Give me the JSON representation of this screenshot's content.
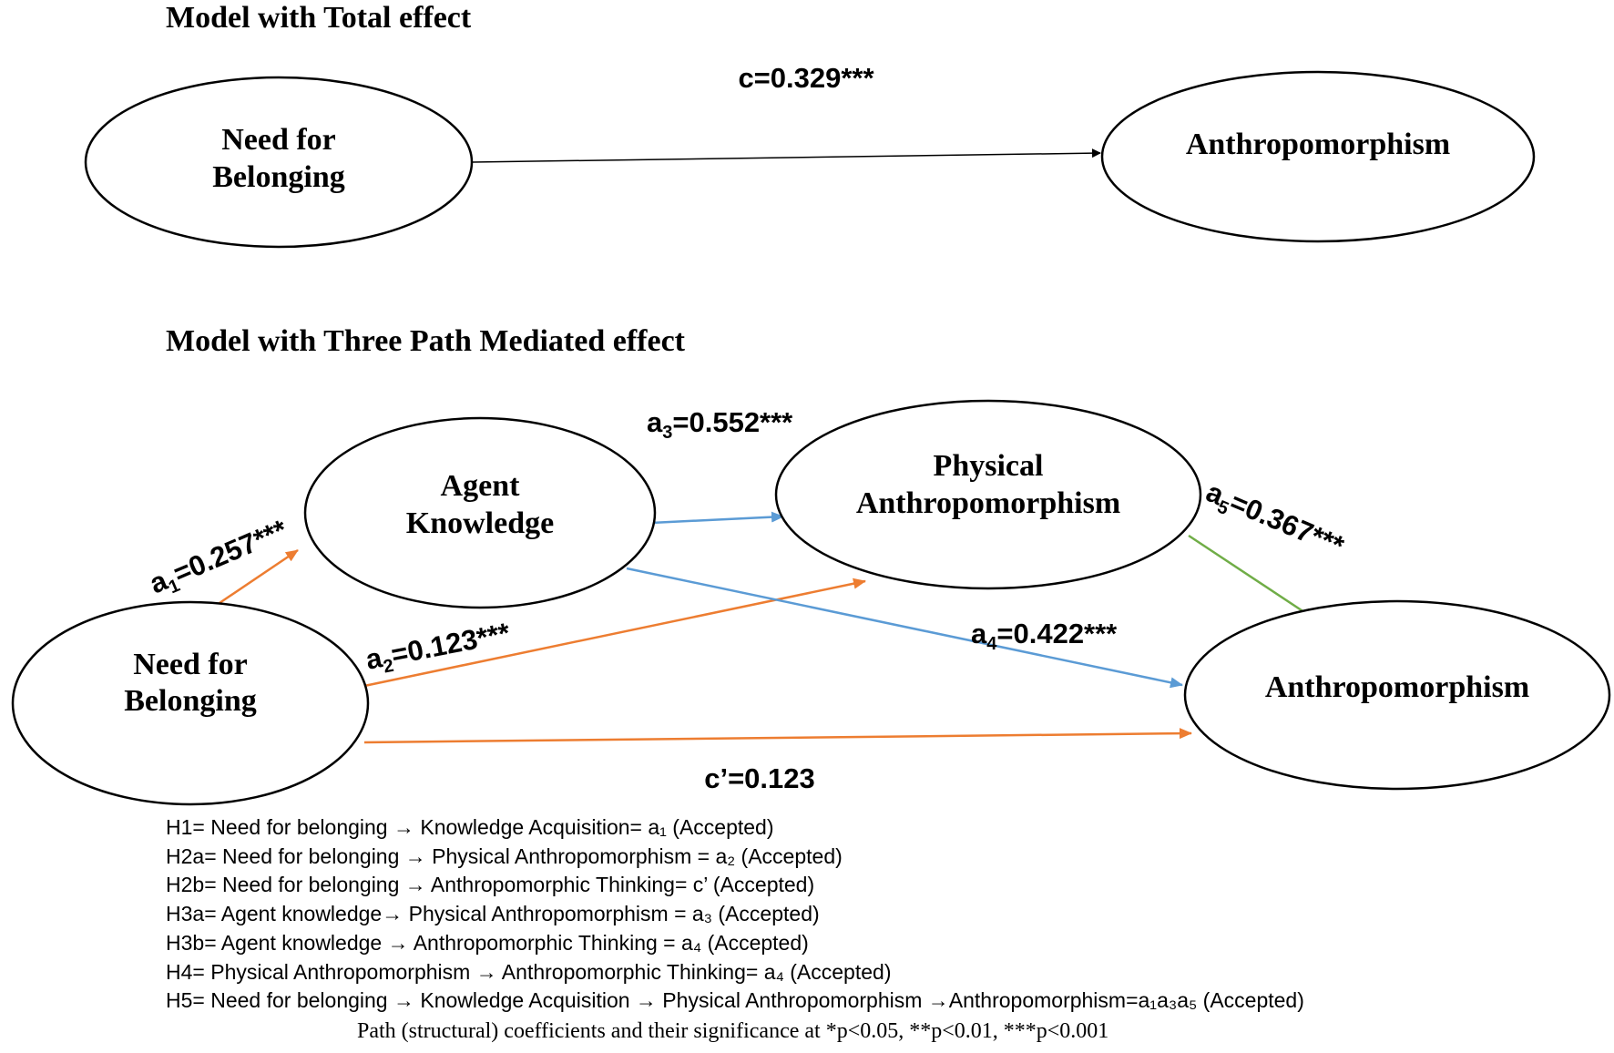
{
  "colors": {
    "black": "#000000",
    "orange": "#ED7D31",
    "blue": "#5B9BD5",
    "green": "#70AD47"
  },
  "total_model": {
    "title": "Model with Total effect",
    "need_line1": "Need for",
    "need_line2": "Belonging",
    "anthro": "Anthropomorphism",
    "c": "c=0.329***"
  },
  "mediated_model": {
    "title": "Model with Three Path Mediated effect",
    "agent_line1": "Agent",
    "agent_line2": "Knowledge",
    "physical_line1": "Physical",
    "physical_line2": "Anthropomorphism",
    "need_line1": "Need for",
    "need_line2": "Belonging",
    "anthro": "Anthropomorphism",
    "a1": {
      "base": "a",
      "sub": "1",
      "value": "=0.257***"
    },
    "a2": {
      "base": "a",
      "sub": "2",
      "value": "=0.123***"
    },
    "a3": {
      "base": "a",
      "sub": "3",
      "value": "=0.552***"
    },
    "a4": {
      "base": "a",
      "sub": "4",
      "value": "=0.422***"
    },
    "a5": {
      "base": "a",
      "sub": "5",
      "value": "=0.367***"
    },
    "c_prime": "c’=0.123"
  },
  "hypotheses": [
    "H1= Need for belonging → Knowledge Acquisition= a₁ (Accepted)",
    "H2a= Need for belonging → Physical Anthropomorphism = a₂ (Accepted)",
    "H2b= Need for belonging → Anthropomorphic Thinking= c’ (Accepted)",
    "H3a= Agent knowledge→ Physical Anthropomorphism = a₃ (Accepted)",
    "H3b= Agent knowledge → Anthropomorphic Thinking = a₄ (Accepted)",
    "H4= Physical Anthropomorphism → Anthropomorphic Thinking= a₄ (Accepted)",
    "H5= Need for belonging → Knowledge Acquisition → Physical Anthropomorphism →Anthropomorphism=a₁a₃a₅ (Accepted)"
  ],
  "significance_note": "Path (structural) coefficients and their significance at *p<0.05, **p<0.01, ***p<0.001"
}
